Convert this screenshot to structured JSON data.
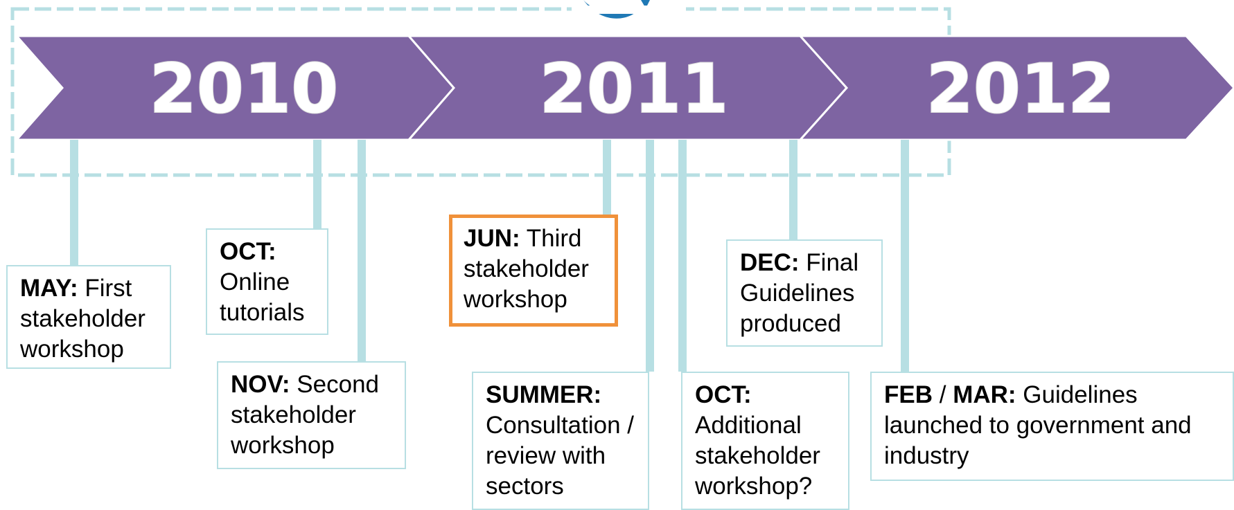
{
  "years": [
    "2010",
    "2011",
    "2012"
  ],
  "events": [
    {
      "month": "MAY:",
      "text": " First stakeholder workshop"
    },
    {
      "month": "OCT:",
      "text": " Online tutorials"
    },
    {
      "month": "NOV:",
      "text": " Second stakeholder workshop"
    },
    {
      "month": "JUN:",
      "text": " Third stakeholder workshop",
      "highlight": true
    },
    {
      "month": "SUMMER:",
      "text": " Consultation / review with sectors"
    },
    {
      "month": "OCT:",
      "text": " Additional stakeholder workshop?"
    },
    {
      "month": "DEC:",
      "text": " Final Guidelines produced"
    },
    {
      "month_a": "FEB",
      "sep": " / ",
      "month_b": "MAR:",
      "text": "  Guidelines launched to government and industry"
    }
  ],
  "colors": {
    "arrow": "#7e64a2",
    "arrow_edge": "#ffffff",
    "connector": "#b7dfe3",
    "dashed_border": "#b7dfe3",
    "highlight_border": "#f0913a",
    "logo": "#1f79b5"
  }
}
